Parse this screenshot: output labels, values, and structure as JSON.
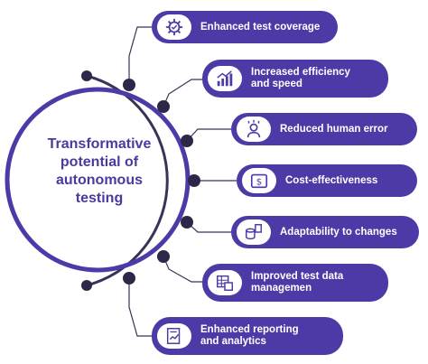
{
  "center": {
    "title_lines": [
      "Transformative",
      "potential of",
      "autonomous",
      "testing"
    ]
  },
  "colors": {
    "accent": "#4e3aa6",
    "title": "#4a3aa0",
    "connector": "#3a3357",
    "node": "#2f2748"
  },
  "items": [
    {
      "lines": [
        "Enhanced test coverage"
      ],
      "icon": "gear-check-icon"
    },
    {
      "lines": [
        "Increased efficiency",
        "and speed"
      ],
      "icon": "growth-chart-icon"
    },
    {
      "lines": [
        "Reduced human error"
      ],
      "icon": "person-bug-icon"
    },
    {
      "lines": [
        "Cost-effectiveness"
      ],
      "icon": "money-chart-icon"
    },
    {
      "lines": [
        "Adaptability to changes"
      ],
      "icon": "database-docs-icon"
    },
    {
      "lines": [
        "Improved test data",
        "managemen"
      ],
      "icon": "data-grid-icon"
    },
    {
      "lines": [
        "Enhanced reporting",
        "and analytics"
      ],
      "icon": "report-chart-icon"
    }
  ]
}
